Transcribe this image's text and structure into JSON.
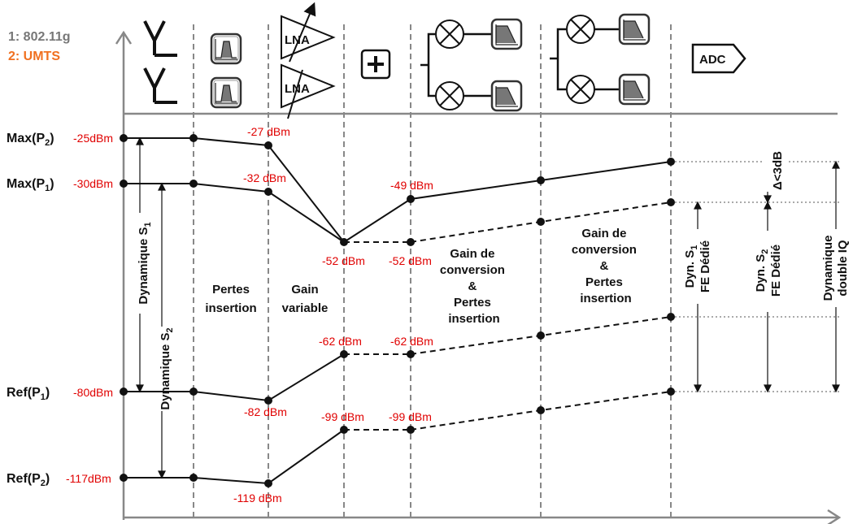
{
  "legend": {
    "item1": "1: 802.11g",
    "item1_color": "#777777",
    "item2": "2: UMTS",
    "item2_color": "#f07020"
  },
  "chain": {
    "lna1": "LNA",
    "lna2": "LNA",
    "adc": "ADC"
  },
  "levels": [
    {
      "label": "Max(P",
      "sub": "2",
      "suffix": ")",
      "value": "-25dBm"
    },
    {
      "label": "Max(P",
      "sub": "1",
      "suffix": ")",
      "value": "-30dBm"
    },
    {
      "label": "Ref(P",
      "sub": "1",
      "suffix": ")",
      "value": "-80dBm"
    },
    {
      "label": "Ref(P",
      "sub": "2",
      "suffix": ")",
      "value": "-117dBm"
    }
  ],
  "annotations": {
    "a_m27": "-27 dBm",
    "a_m32": "-32 dBm",
    "a_m52a": "-52 dBm",
    "a_m52b": "-52 dBm",
    "a_m49": "-49 dBm",
    "a_m62a": "-62 dBm",
    "a_m62b": "-62 dBm",
    "a_m82": "-82 dBm",
    "a_m99a": "-99 dBm",
    "a_m99b": "-99 dBm",
    "a_m119": "-119 dBm"
  },
  "stages": {
    "pertes": [
      "Pertes",
      "insertion"
    ],
    "gain": [
      "Gain",
      "variable"
    ],
    "conv1": [
      "Gain de",
      "conversion",
      "&",
      "Pertes",
      "insertion"
    ],
    "conv2": [
      "Gain de",
      "conversion",
      "&",
      "Pertes",
      "insertion"
    ]
  },
  "dynamics": {
    "dyn1": {
      "text": "Dynamique S",
      "sub": "1"
    },
    "dyn2": {
      "text": "Dynamique S",
      "sub": "2"
    },
    "dynS1": {
      "text": "Dyn. S",
      "sub": "1",
      "line2": "FE Dédié"
    },
    "dynS2": {
      "text": "Dyn. S",
      "sub": "2",
      "line2": "FE Dédié"
    },
    "dynIQ": {
      "line1": "Dynamique",
      "line2": "double IQ"
    },
    "delta": "Δ<3dB"
  },
  "colors": {
    "annotation": "#e00000",
    "axis": "#888888",
    "line": "#111111"
  }
}
